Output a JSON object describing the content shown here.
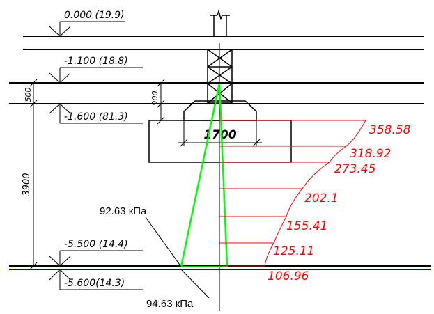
{
  "levels": {
    "l0": "0.000 (19.9)",
    "l1": "-1.100 (18.8)",
    "l2": "-1.600 (81.3)",
    "l3": "-5.500 (14.4)",
    "l4": "-5.600(14.3)"
  },
  "dimensions": {
    "d500": "500",
    "d3900": "3900",
    "d900": "900",
    "d1700": "1700"
  },
  "stress_values": [
    "358.58",
    "318.92",
    "273.45",
    "202.1",
    "155.41",
    "125.11",
    "106.96"
  ],
  "pressure_labels": {
    "top": "92.63 кПа",
    "bottom": "94.63 кПа"
  },
  "colors": {
    "stress": "#ff0000",
    "pressure_lines": "#00ff00",
    "groundwater": "#0000cc",
    "drawing": "#000000"
  }
}
